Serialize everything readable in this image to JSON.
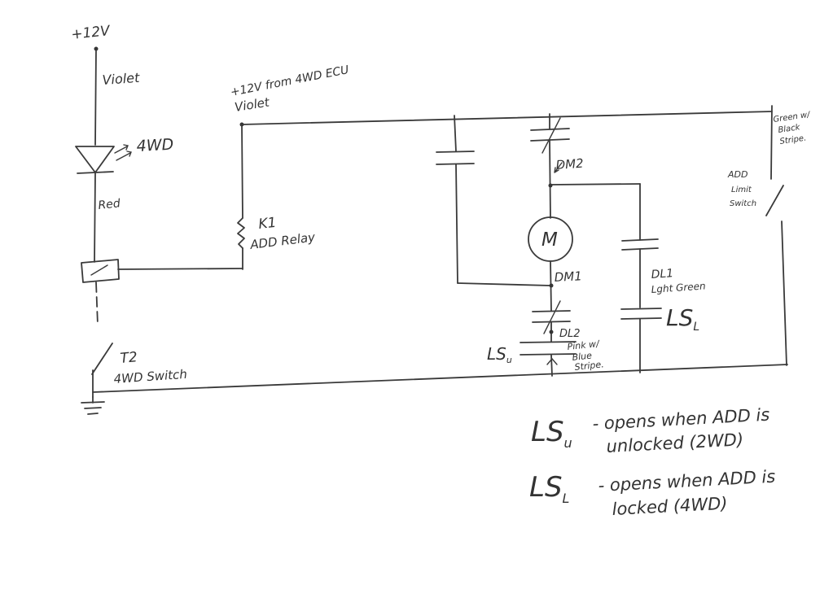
{
  "labels": {
    "supply_voltage": "+12V",
    "supply_wire": "Violet",
    "led_label": "4WD",
    "led_wire": "Red",
    "ecu_supply": "+12V from 4WD ECU",
    "ecu_wire": "Violet",
    "relay_name": "K1",
    "relay_desc": "ADD Relay",
    "switch_name": "T2",
    "switch_desc": "4WD Switch",
    "motor": "M",
    "dm2": "DM2",
    "dm1": "DM1",
    "dl1": "DL1",
    "dl1_wire": "Lght Green",
    "dl2": "DL2",
    "dl2_wire_1": "Pink w/",
    "dl2_wire_2": "Blue",
    "dl2_wire_3": "Stripe.",
    "lsl": "LS",
    "lsl_sub": "L",
    "lsu": "LS",
    "lsu_sub": "u",
    "limit_wire_1": "Green w/",
    "limit_wire_2": "Black",
    "limit_wire_3": "Stripe.",
    "limit_switch_1": "ADD",
    "limit_switch_2": "Limit",
    "limit_switch_3": "Switch"
  },
  "legend": {
    "lsu_symbol": "LS",
    "lsu_sub": "u",
    "lsu_line1": "- opens when ADD is",
    "lsu_line2": "unlocked (2WD)",
    "lsl_symbol": "LS",
    "lsl_sub": "L",
    "lsl_line1": "- opens when ADD is",
    "lsl_line2": "locked (4WD)"
  }
}
